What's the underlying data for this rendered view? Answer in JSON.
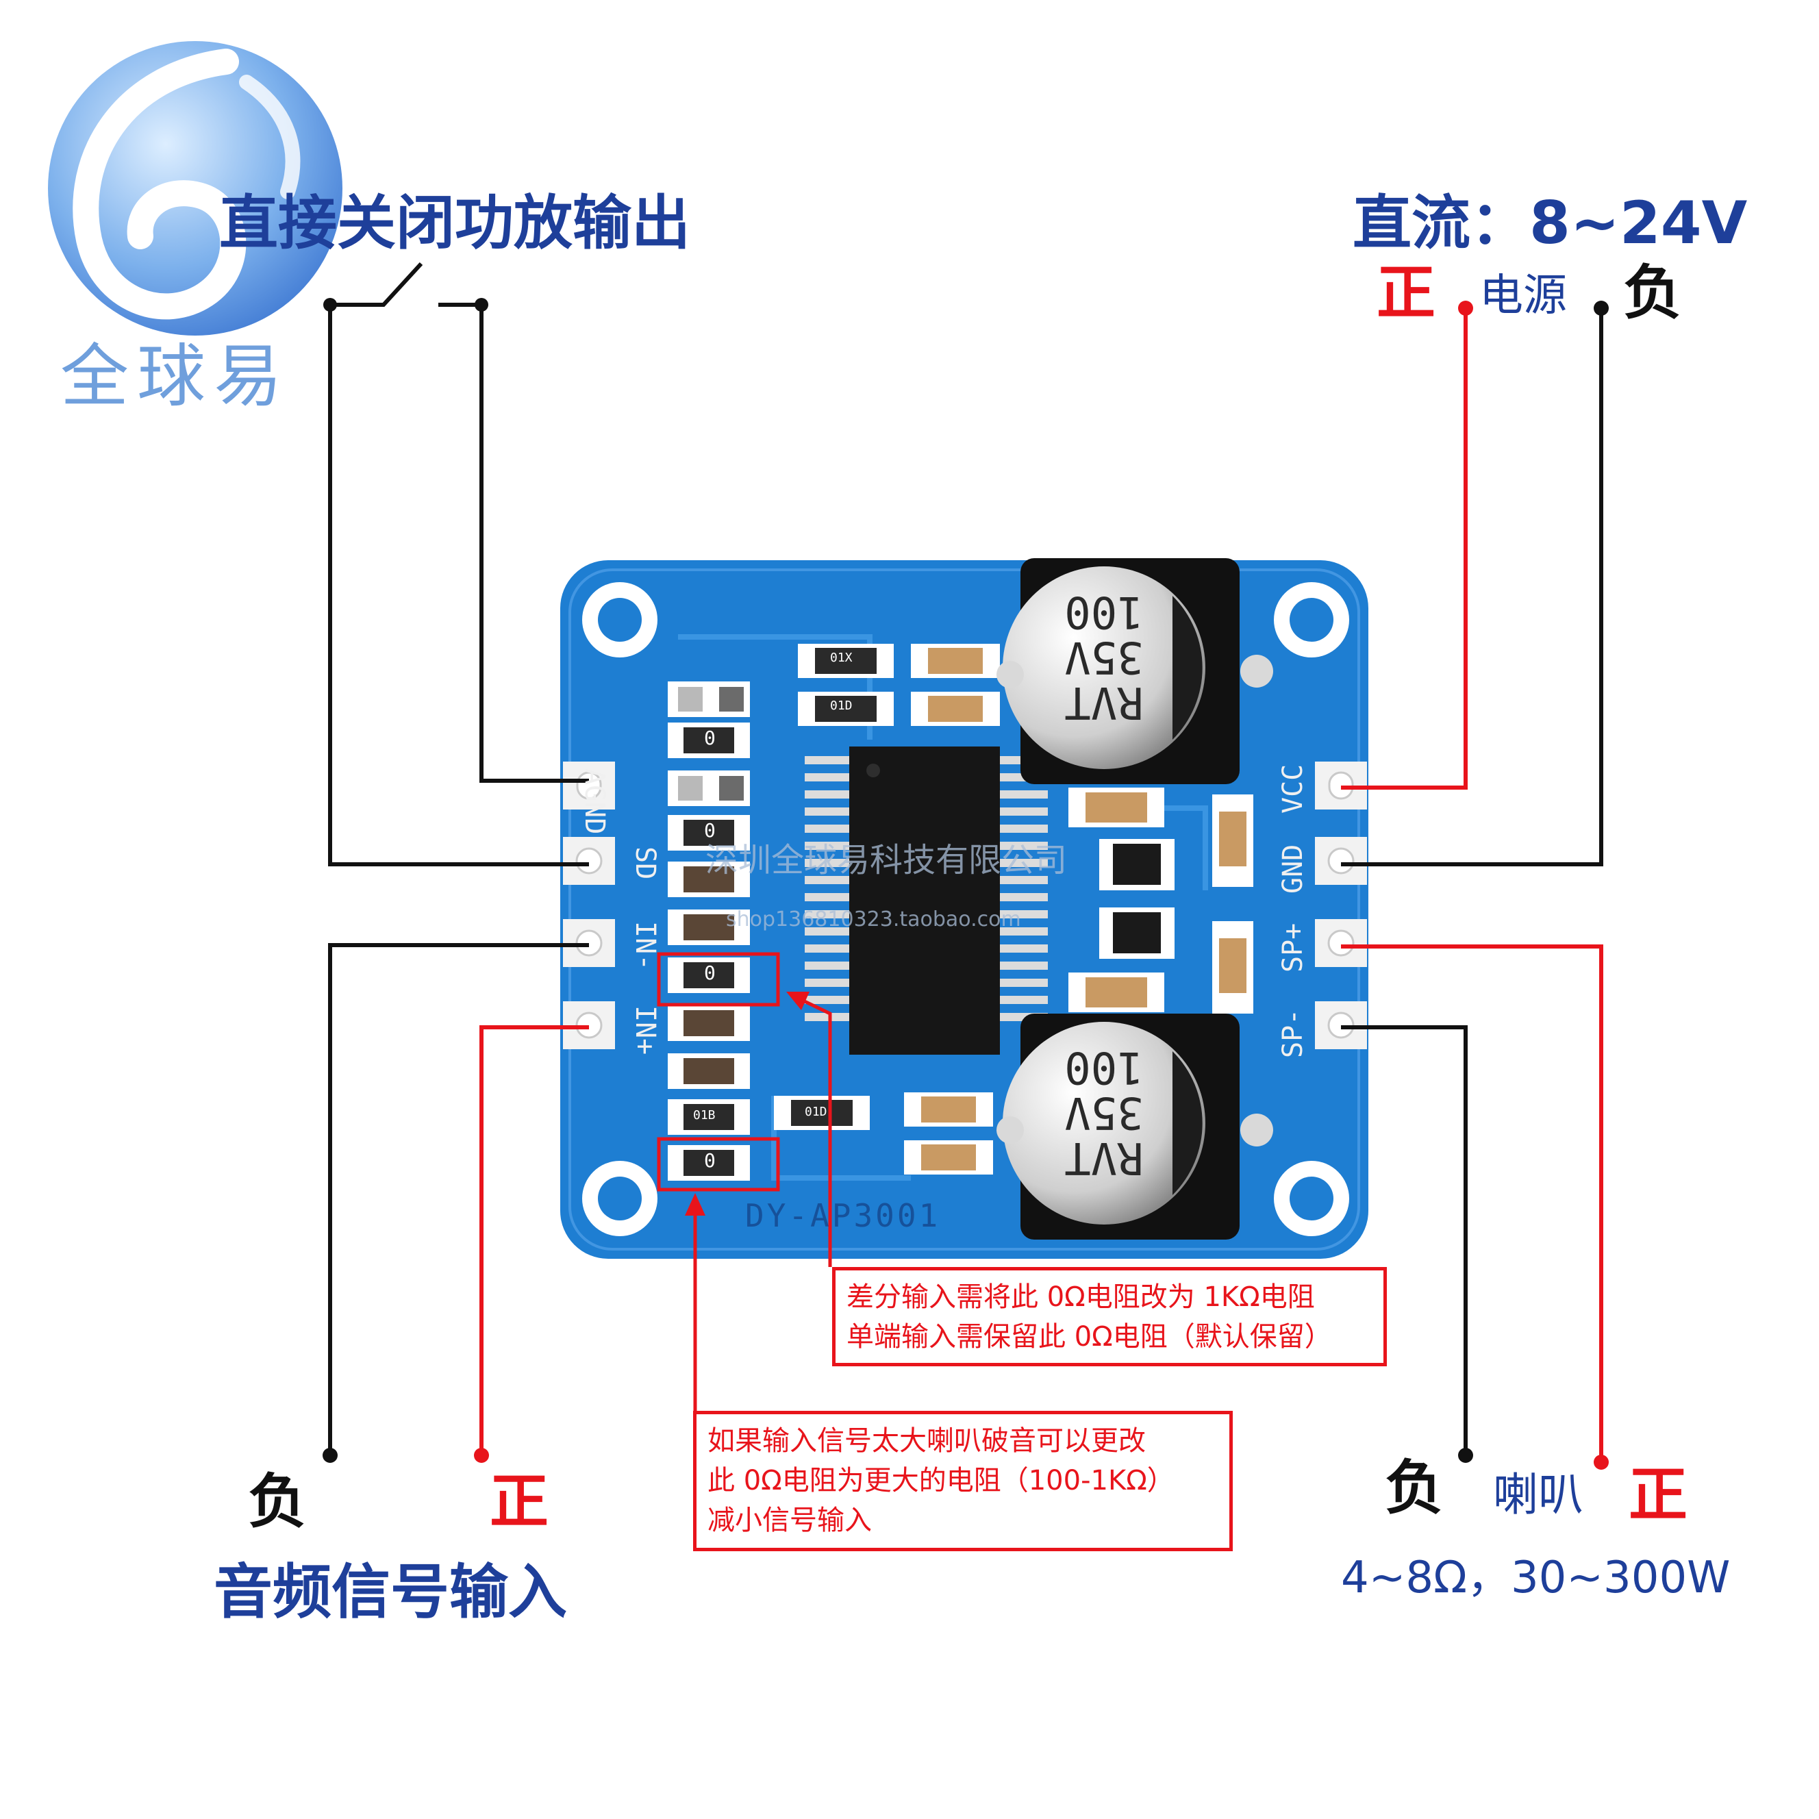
{
  "logo": {
    "brand_text": "全球易"
  },
  "labels": {
    "shutdown_title": "直接关闭功放输出",
    "power_spec": "直流：8~24V",
    "power_pos": "正",
    "power_name": "电源",
    "power_neg": "负",
    "audio_neg": "负",
    "audio_pos": "正",
    "audio_title": "音频信号输入",
    "speaker_neg": "负",
    "speaker_name": "喇叭",
    "speaker_pos": "正",
    "speaker_spec": "4~8Ω，30~300W"
  },
  "notes": {
    "differential": [
      "差分输入需将此 0Ω电阻改为 1KΩ电阻",
      "单端输入需保留此 0Ω电阻（默认保留）"
    ],
    "overdrive": [
      "如果输入信号太大喇叭破音可以更改",
      "此 0Ω电阻为更大的电阻（100-1KΩ）",
      "减小信号输入"
    ]
  },
  "board": {
    "model": "DY-AP3001",
    "watermark_company": "深圳全球易科技有限公司",
    "watermark_shop": "shop136810323.taobao.com",
    "pins_left": [
      "AGND",
      "SD",
      "IN-",
      "IN+"
    ],
    "pins_right": [
      "VCC",
      "GND",
      "SP+",
      "SP-"
    ],
    "capacitor_text": [
      "RVT",
      "35V",
      "100"
    ],
    "resistor_codes": [
      "01X",
      "01D",
      "01B",
      "01D"
    ],
    "zero_marks": [
      "0",
      "0",
      "0",
      "0"
    ]
  },
  "colors": {
    "pcb": "#1e7ed2",
    "wire_red": "#e8141b",
    "wire_black": "#111111",
    "label_blue": "#1e3f9a"
  }
}
